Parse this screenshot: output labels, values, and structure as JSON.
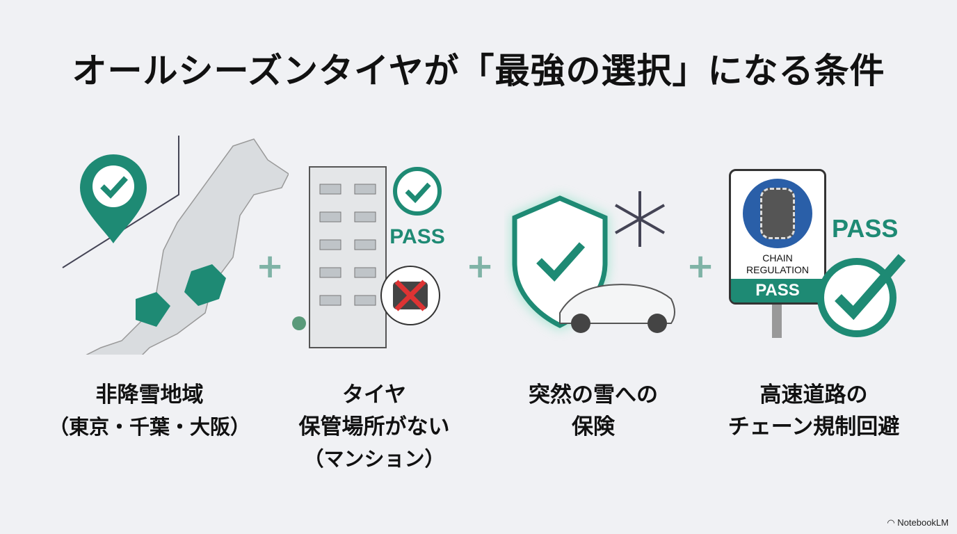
{
  "title": "オールシーズンタイヤが「最強の選択」になる条件",
  "colors": {
    "accent": "#1e8a74",
    "background": "#f0f1f4",
    "sign_blue": "#2a5fa8"
  },
  "conditions": [
    {
      "icon": "map-pin-check-icon",
      "line1": "非降雪地域",
      "line2": "（東京・千葉・大阪）"
    },
    {
      "icon": "apartment-no-tire-icon",
      "badge": "PASS",
      "line1": "タイヤ",
      "line2": "保管場所がない",
      "line3": "（マンション）"
    },
    {
      "icon": "shield-snow-car-icon",
      "line1": "突然の雪への",
      "line2": "保険"
    },
    {
      "icon": "chain-regulation-sign-icon",
      "badge": "PASS",
      "sign_line1": "CHAIN",
      "sign_line2": "REGULATION",
      "sign_pass": "PASS",
      "line1": "高速道路の",
      "line2": "チェーン規制回避"
    }
  ],
  "plus": "+",
  "footer": "NotebookLM"
}
